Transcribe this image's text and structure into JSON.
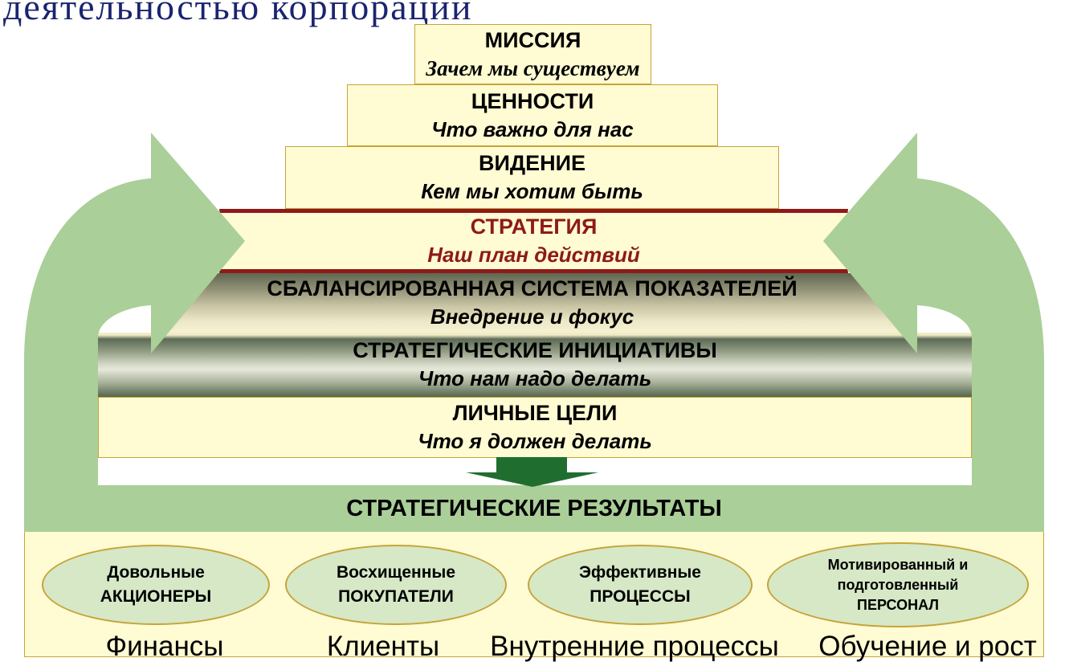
{
  "title": "деятельностью корпорации",
  "levels": [
    {
      "heading": "МИССИЯ",
      "subtitle": "Зачем мы существуем"
    },
    {
      "heading": "ЦЕННОСТИ",
      "subtitle": "Что важно для нас"
    },
    {
      "heading": "ВИДЕНИЕ",
      "subtitle": "Кем мы хотим быть"
    },
    {
      "heading": "СТРАТЕГИЯ",
      "subtitle": "Наш план действий"
    },
    {
      "heading": "СБАЛАНСИРОВАННАЯ СИСТЕМА ПОКАЗАТЕЛЕЙ",
      "subtitle": "Внедрение и фокус"
    },
    {
      "heading": "СТРАТЕГИЧЕСКИЕ ИНИЦИАТИВЫ",
      "subtitle": "Что нам надо делать"
    },
    {
      "heading": "ЛИЧНЫЕ ЦЕЛИ",
      "subtitle": "Что я должен делать"
    }
  ],
  "results": {
    "heading": "СТРАТЕГИЧЕСКИЕ РЕЗУЛЬТАТЫ",
    "outcomes": [
      {
        "lines": [
          "Довольные",
          "АКЦИОНЕРЫ"
        ],
        "perspective": "Финансы"
      },
      {
        "lines": [
          "Восхищенные",
          "ПОКУПАТЕЛИ"
        ],
        "perspective": "Клиенты"
      },
      {
        "lines": [
          "Эффективные",
          "ПРОЦЕССЫ"
        ],
        "perspective": "Внутренние процессы"
      },
      {
        "lines": [
          "Мотивированный и",
          "подготовленный",
          "ПЕРСОНАЛ"
        ],
        "perspective": "Обучение и рост"
      }
    ]
  },
  "icons": {
    "cycle_arrows": "curved-arrow-icon",
    "flow_arrow": "down-arrow-icon"
  },
  "colors": {
    "title": "#1b2470",
    "box_fill": "#fffbd3",
    "box_border": "#c6a43a",
    "strategy_accent": "#8e1a1a",
    "arrow_green": "#aacf98",
    "down_arrow": "#1f6e30",
    "ellipse_fill": "#d6e8c6"
  }
}
